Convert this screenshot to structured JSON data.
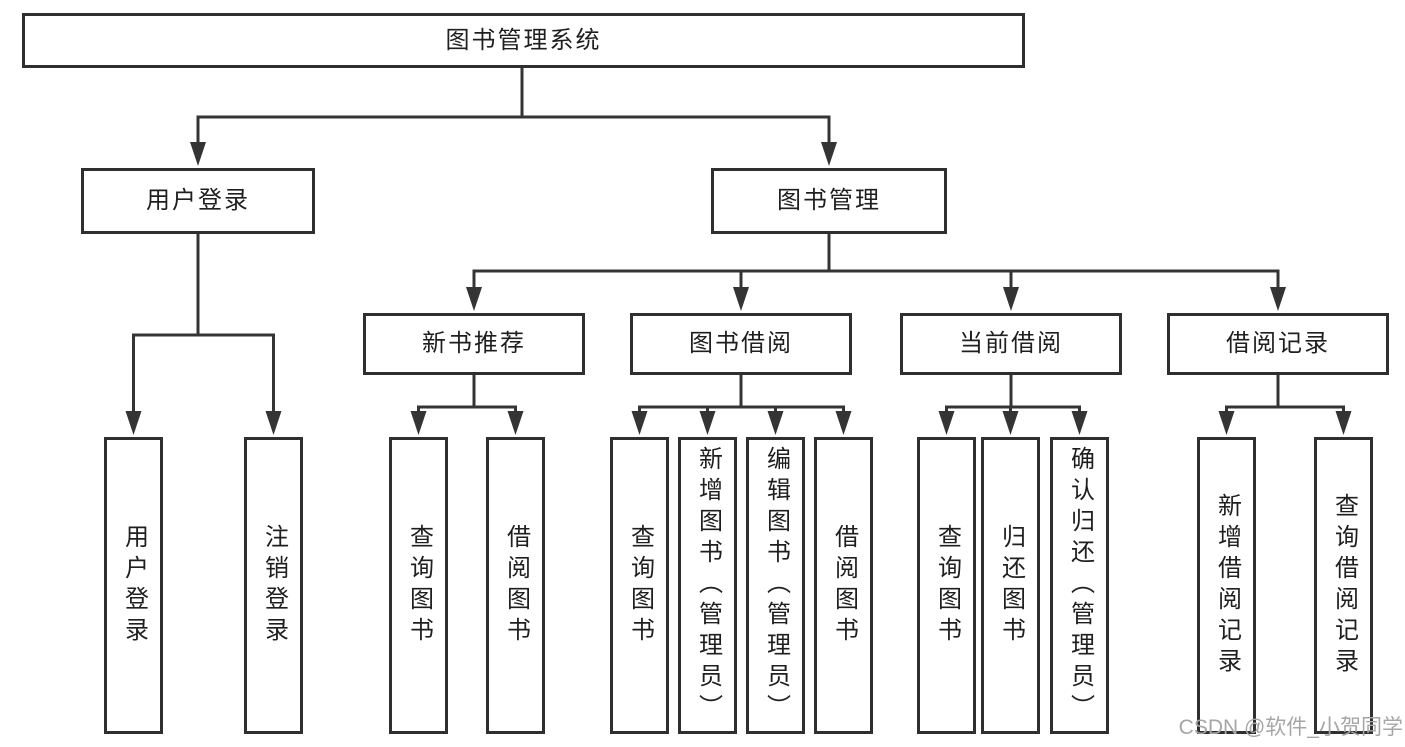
{
  "diagram": {
    "type": "tree-diagram",
    "root": {
      "label": "图书管理系统"
    },
    "branches": [
      {
        "label": "用户登录",
        "children": [
          "用户登录",
          "注销登录"
        ]
      },
      {
        "label": "图书管理",
        "children": [
          {
            "label": "新书推荐",
            "children": [
              "查询图书",
              "借阅图书"
            ]
          },
          {
            "label": "图书借阅",
            "children": [
              "查询图书",
              "新增图书（管理员）",
              "编辑图书（管理员）",
              "借阅图书"
            ]
          },
          {
            "label": "当前借阅",
            "children": [
              "查询图书",
              "归还图书",
              "确认归还（管理员）"
            ]
          },
          {
            "label": "借阅记录",
            "children": [
              "新增借阅记录",
              "查询借阅记录"
            ]
          }
        ]
      }
    ]
  },
  "watermark": {
    "text": "CSDN @软件_小贺同学"
  },
  "colors": {
    "line": "#343434",
    "box_border": "#2f2f2f",
    "box_fill": "#ffffff",
    "text": "#1f1f1f",
    "watermark": "#a6a6a6",
    "background": "#ffffff"
  }
}
